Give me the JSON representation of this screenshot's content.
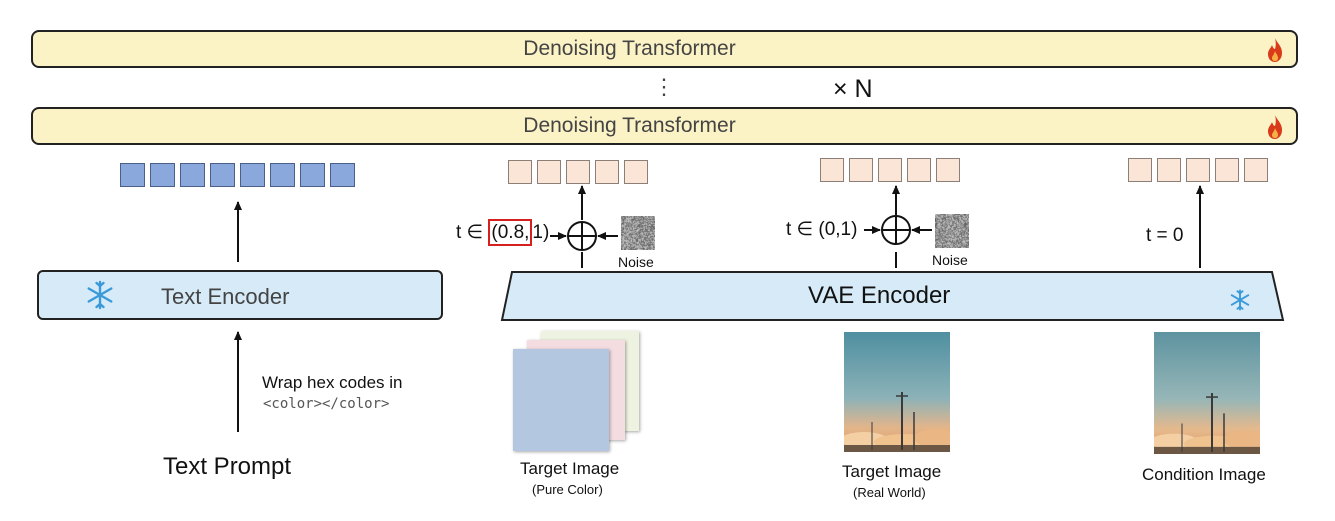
{
  "colors": {
    "transformer_fill": "#fbf3c6",
    "encoder_fill": "#d6ebf7",
    "text_token": "#8ba8dc",
    "latent_token": "#fbe5d6",
    "highlight_box": "#d62020",
    "snowflake": "#3a9ad9",
    "fire": "#d93a1a"
  },
  "transformers": [
    {
      "label": "Denoising Transformer",
      "icon": "fire-icon"
    },
    {
      "label": "Denoising Transformer",
      "icon": "fire-icon"
    }
  ],
  "repeat": {
    "dots": "⋮",
    "label": "× N"
  },
  "text_branch": {
    "encoder_label": "Text Encoder",
    "encoder_icon": "snowflake-icon",
    "wrap_note_line1": "Wrap hex codes in",
    "wrap_note_line2": "<color></color>",
    "prompt_label": "Text Prompt"
  },
  "vae_branch": {
    "encoder_label": "VAE Encoder",
    "encoder_icon": "snowflake-icon"
  },
  "branches": [
    {
      "t_label": "t ∈ (0.8,1)",
      "t_prefix": "t ∈ ",
      "t_highlight": "(0.8,",
      "t_suffix": "1)",
      "noise_label": "Noise",
      "image_title": "Target Image",
      "image_subtitle": "(Pure Color)"
    },
    {
      "t_label": "t ∈ (0,1)",
      "noise_label": "Noise",
      "image_title": "Target Image",
      "image_subtitle": "(Real World)"
    },
    {
      "t_label": "t = 0",
      "image_title": "Condition Image",
      "image_subtitle": ""
    }
  ]
}
